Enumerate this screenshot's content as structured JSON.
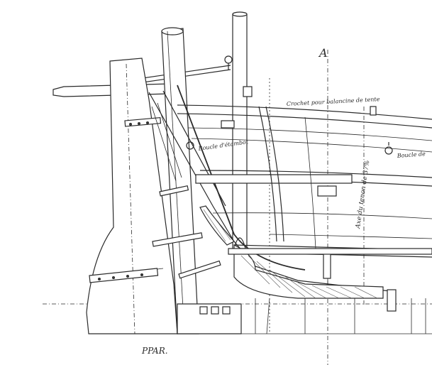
{
  "labels": {
    "section_mark": "A",
    "crochet": "Crochet pour balancine de tente",
    "boucle_etambot": "Boucle d'étambot",
    "boucle_right": "Boucle de",
    "axe": "Axe du tenon de 37%",
    "ppar": "PPAR."
  }
}
